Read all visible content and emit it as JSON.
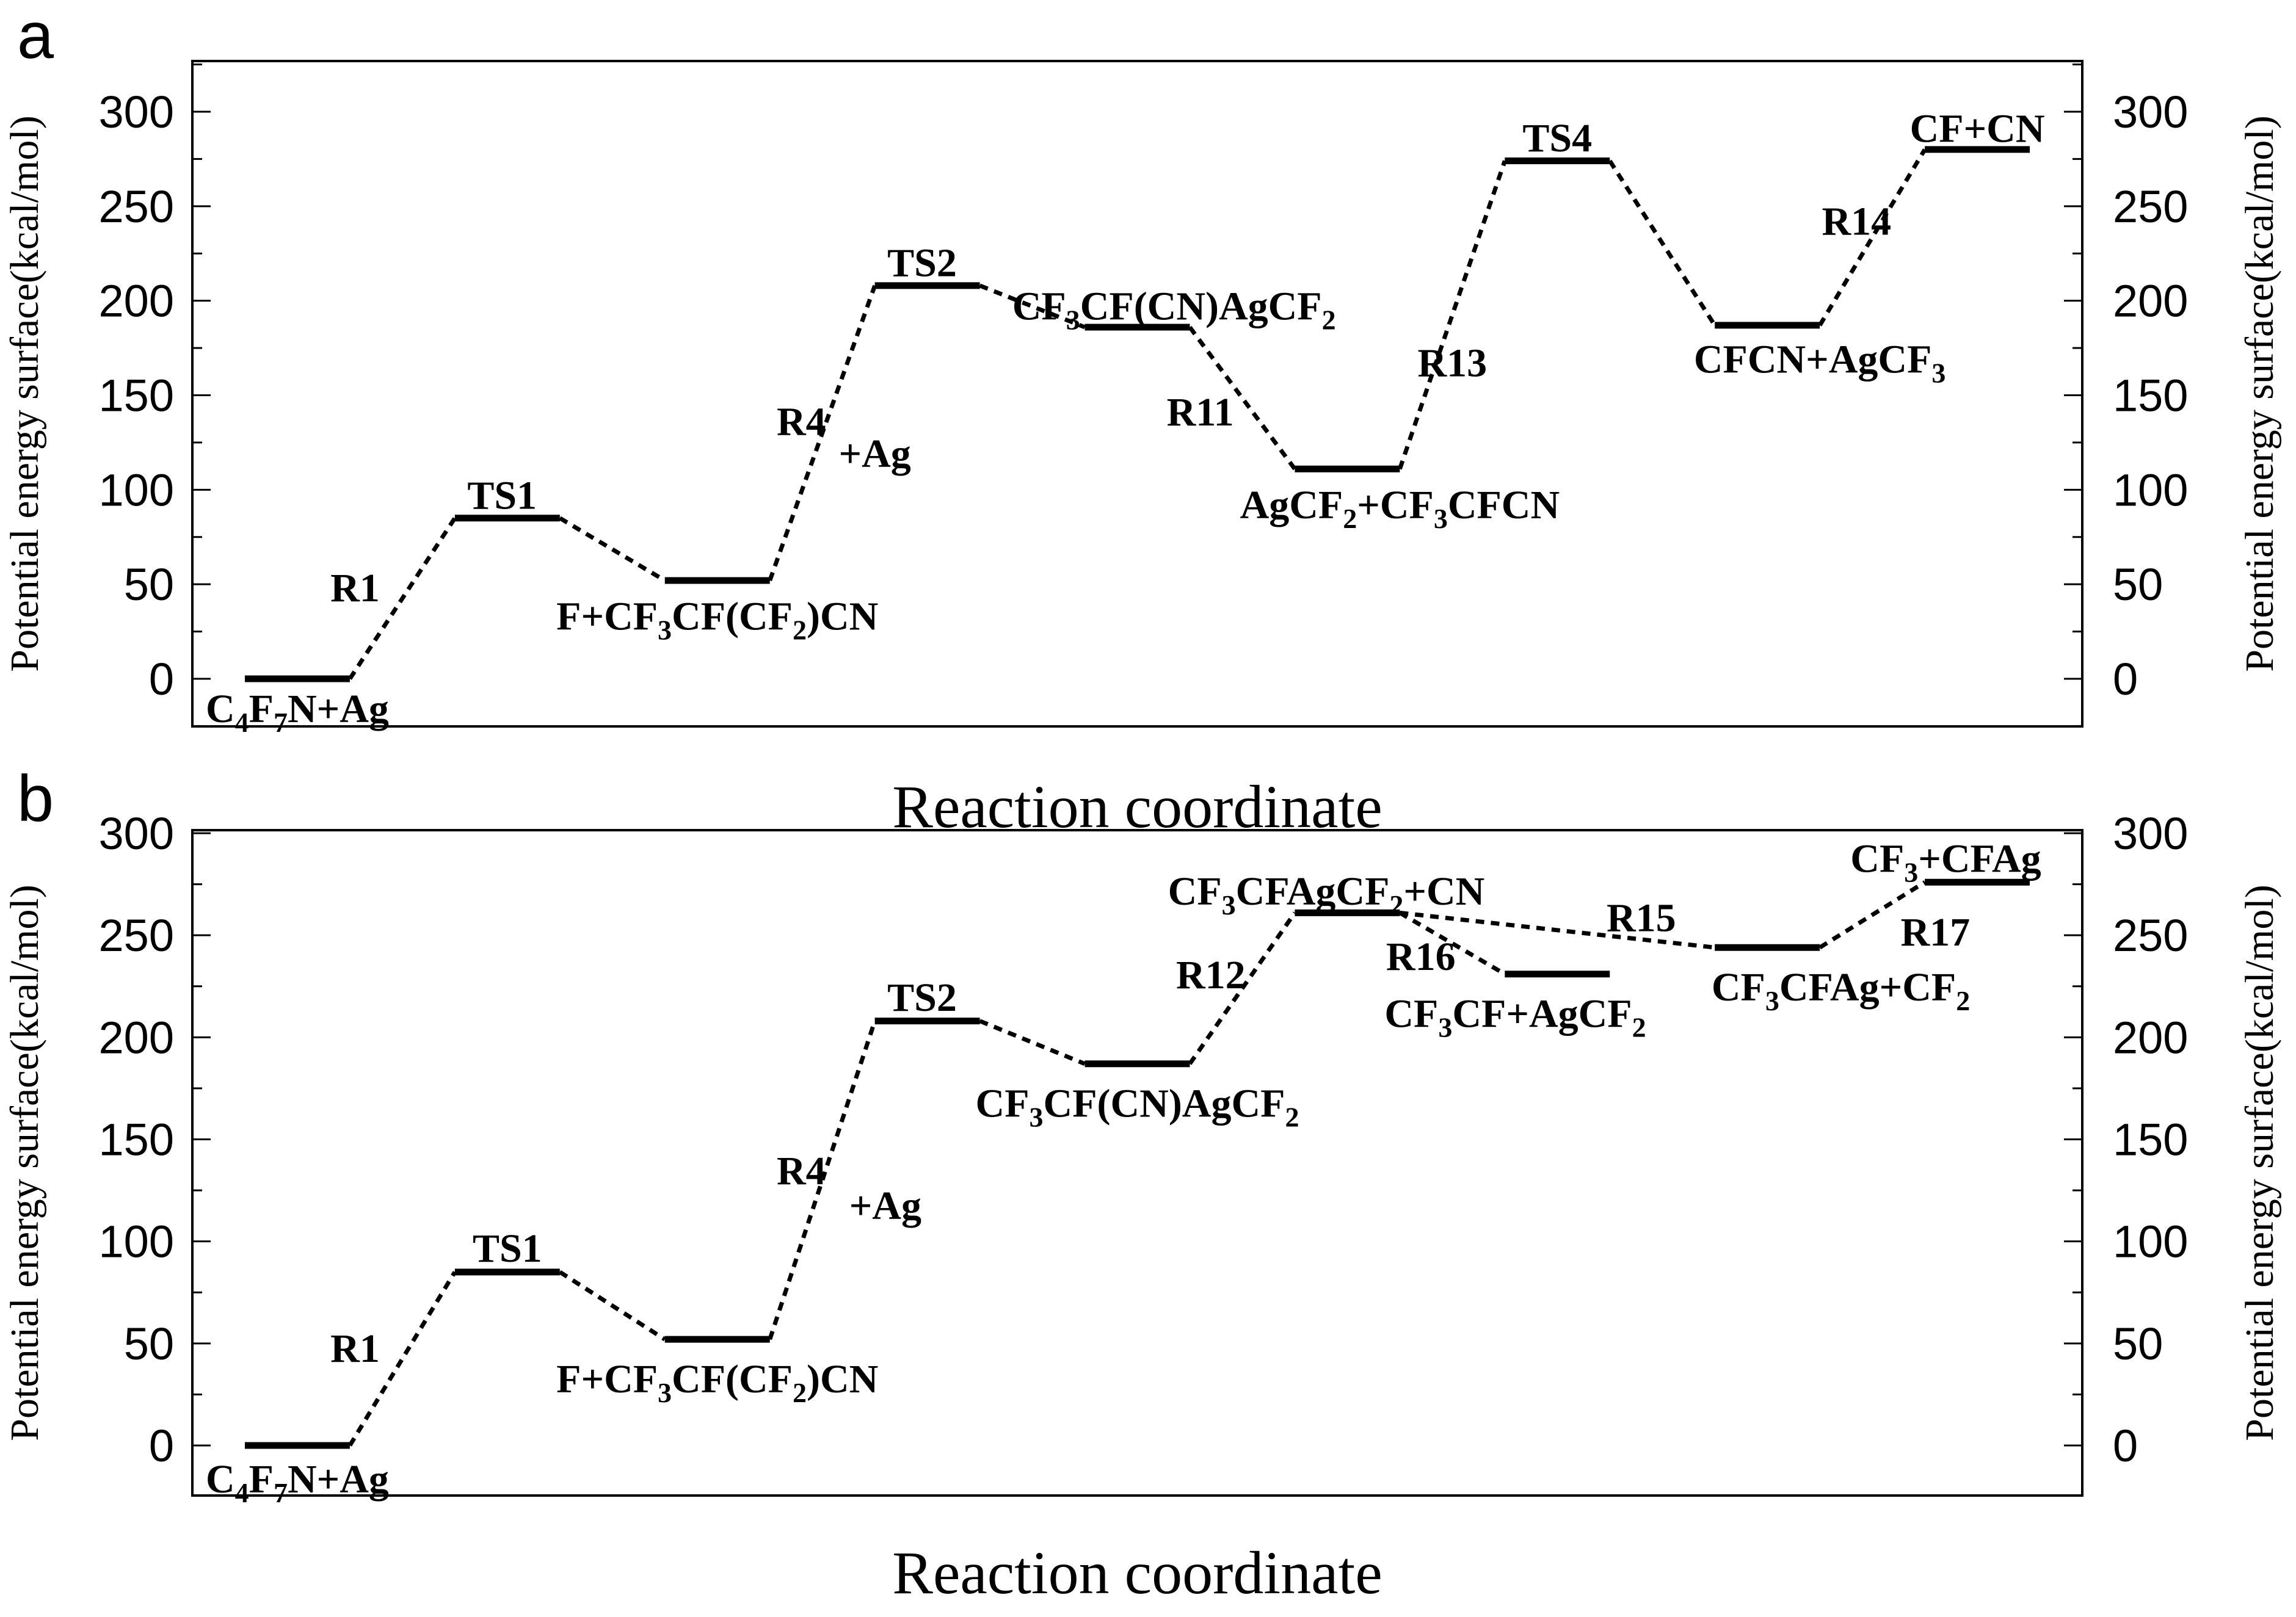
{
  "chart_data": [
    {
      "type": "line",
      "panel": "a",
      "xlabel": "Reaction coordinate",
      "ylabel_left": "Potential energy surface(kcal/mol)",
      "ylabel_right": "Potential energy surface(kcal/mol)",
      "ylim": [
        -25,
        325
      ],
      "yticks": [
        0,
        50,
        100,
        150,
        200,
        250,
        300
      ],
      "grid": false,
      "levels": [
        {
          "id": "C4F7N+Ag",
          "x": [
            0.5,
            1.5
          ],
          "y": 0
        },
        {
          "id": "TS1",
          "x": [
            2.5,
            3.5
          ],
          "y": 85
        },
        {
          "id": "F+CF3CF(CF2)CN",
          "x": [
            4.5,
            5.5
          ],
          "y": 52
        },
        {
          "id": "TS2",
          "x": [
            6.5,
            7.5
          ],
          "y": 208
        },
        {
          "id": "CF3CF(CN)AgCF2",
          "x": [
            8.5,
            9.5
          ],
          "y": 186
        },
        {
          "id": "AgCF2+CF3CFCN",
          "x": [
            10.5,
            11.5
          ],
          "y": 111
        },
        {
          "id": "TS4",
          "x": [
            12.5,
            13.5
          ],
          "y": 274
        },
        {
          "id": "CFCN+AgCF3",
          "x": [
            14.5,
            15.5
          ],
          "y": 187
        },
        {
          "id": "CF+CN",
          "x": [
            16.5,
            17.5
          ],
          "y": 280
        }
      ],
      "connections": [
        [
          "C4F7N+Ag",
          "TS1"
        ],
        [
          "TS1",
          "F+CF3CF(CF2)CN"
        ],
        [
          "F+CF3CF(CF2)CN",
          "TS2"
        ],
        [
          "TS2",
          "CF3CF(CN)AgCF2"
        ],
        [
          "CF3CF(CN)AgCF2",
          "AgCF2+CF3CFCN"
        ],
        [
          "AgCF2+CF3CFCN",
          "TS4"
        ],
        [
          "TS4",
          "CFCN+AgCF3"
        ],
        [
          "CFCN+AgCF3",
          "CF+CN"
        ]
      ],
      "labels": [
        {
          "parts": [
            [
              "C",
              0
            ],
            [
              "4",
              1
            ],
            [
              "F",
              0
            ],
            [
              "7",
              1
            ],
            [
              "N+Ag",
              0
            ]
          ],
          "x": 1.0,
          "y": -23
        },
        {
          "parts": [
            [
              "TS1",
              0
            ]
          ],
          "x": 2.95,
          "y": 90
        },
        {
          "parts": [
            [
              "F+CF",
              0
            ],
            [
              "3",
              1
            ],
            [
              "CF(CF",
              0
            ],
            [
              "2",
              1
            ],
            [
              ")CN",
              0
            ]
          ],
          "x": 5.0,
          "y": 26
        },
        {
          "parts": [
            [
              "TS2",
              0
            ]
          ],
          "x": 6.95,
          "y": 213
        },
        {
          "parts": [
            [
              "CF",
              0
            ],
            [
              "3",
              1
            ],
            [
              "CF(CN)AgCF",
              0
            ],
            [
              "2",
              1
            ]
          ],
          "x": 9.35,
          "y": 190
        },
        {
          "parts": [
            [
              "AgCF",
              0
            ],
            [
              "2",
              1
            ],
            [
              "+CF",
              0
            ],
            [
              "3",
              1
            ],
            [
              "CFCN",
              0
            ]
          ],
          "x": 11.5,
          "y": 85
        },
        {
          "parts": [
            [
              "TS4",
              0
            ]
          ],
          "x": 13.0,
          "y": 279
        },
        {
          "parts": [
            [
              "CFCN+AgCF",
              0
            ],
            [
              "3",
              1
            ]
          ],
          "x": 15.5,
          "y": 162
        },
        {
          "parts": [
            [
              "CF+CN",
              0
            ]
          ],
          "x": 17.0,
          "y": 284
        },
        {
          "parts": [
            [
              "R1",
              0
            ]
          ],
          "x": 1.55,
          "y": 41
        },
        {
          "parts": [
            [
              "R4",
              0
            ]
          ],
          "x": 5.8,
          "y": 129
        },
        {
          "parts": [
            [
              "+Ag",
              0
            ]
          ],
          "x": 6.5,
          "y": 112
        },
        {
          "parts": [
            [
              "R11",
              0
            ]
          ],
          "x": 9.6,
          "y": 134
        },
        {
          "parts": [
            [
              "R13",
              0
            ]
          ],
          "x": 12.0,
          "y": 160
        },
        {
          "parts": [
            [
              "R14",
              0
            ]
          ],
          "x": 15.85,
          "y": 235
        }
      ]
    },
    {
      "type": "line",
      "panel": "b",
      "xlabel": "Reaction coordinate",
      "ylabel_left": "Potential energy surface(kcal/mol)",
      "ylabel_right": "Potential energy surface(kcal/mol)",
      "ylim": [
        -25,
        300
      ],
      "yticks": [
        0,
        50,
        100,
        150,
        200,
        250,
        300
      ],
      "grid": false,
      "levels": [
        {
          "id": "C4F7N+Ag",
          "x": [
            0.5,
            1.5
          ],
          "y": 0
        },
        {
          "id": "TS1",
          "x": [
            2.5,
            3.5
          ],
          "y": 85
        },
        {
          "id": "F+CF3CF(CF2)CN",
          "x": [
            4.5,
            5.5
          ],
          "y": 52
        },
        {
          "id": "TS2",
          "x": [
            6.5,
            7.5
          ],
          "y": 208
        },
        {
          "id": "CF3CF(CN)AgCF2",
          "x": [
            8.5,
            9.5
          ],
          "y": 187
        },
        {
          "id": "CF3CFAgCF2+CN",
          "x": [
            10.5,
            11.5
          ],
          "y": 261
        },
        {
          "id": "CF3CF+AgCF2",
          "x": [
            12.5,
            13.5
          ],
          "y": 231
        },
        {
          "id": "CF3CFAg+CF2",
          "x": [
            14.5,
            15.5
          ],
          "y": 244
        },
        {
          "id": "CF3+CFAg",
          "x": [
            16.5,
            17.5
          ],
          "y": 276
        }
      ],
      "connections": [
        [
          "C4F7N+Ag",
          "TS1"
        ],
        [
          "TS1",
          "F+CF3CF(CF2)CN"
        ],
        [
          "F+CF3CF(CF2)CN",
          "TS2"
        ],
        [
          "TS2",
          "CF3CF(CN)AgCF2"
        ],
        [
          "CF3CF(CN)AgCF2",
          "CF3CFAgCF2+CN"
        ],
        [
          "CF3CFAgCF2+CN",
          "CF3CF+AgCF2"
        ],
        [
          "CF3CFAgCF2+CN",
          "CF3CFAg+CF2"
        ],
        [
          "CF3CFAg+CF2",
          "CF3+CFAg"
        ]
      ],
      "labels": [
        {
          "parts": [
            [
              "C",
              0
            ],
            [
              "4",
              1
            ],
            [
              "F",
              0
            ],
            [
              "7",
              1
            ],
            [
              "N+Ag",
              0
            ]
          ],
          "x": 1.0,
          "y": -23
        },
        {
          "parts": [
            [
              "TS1",
              0
            ]
          ],
          "x": 3.0,
          "y": 90
        },
        {
          "parts": [
            [
              "F+CF",
              0
            ],
            [
              "3",
              1
            ],
            [
              "CF(CF",
              0
            ],
            [
              "2",
              1
            ],
            [
              ")CN",
              0
            ]
          ],
          "x": 5.0,
          "y": 26
        },
        {
          "parts": [
            [
              "TS2",
              0
            ]
          ],
          "x": 6.95,
          "y": 213
        },
        {
          "parts": [
            [
              "CF",
              0
            ],
            [
              "3",
              1
            ],
            [
              "CF(CN)AgCF",
              0
            ],
            [
              "2",
              1
            ]
          ],
          "x": 9.0,
          "y": 161
        },
        {
          "parts": [
            [
              "CF",
              0
            ],
            [
              "3",
              1
            ],
            [
              "CFAgCF",
              0
            ],
            [
              "2",
              1
            ],
            [
              "+CN",
              0
            ]
          ],
          "x": 10.8,
          "y": 265
        },
        {
          "parts": [
            [
              "CF",
              0
            ],
            [
              "3",
              1
            ],
            [
              "CF+AgCF",
              0
            ],
            [
              "2",
              1
            ]
          ],
          "x": 12.6,
          "y": 205
        },
        {
          "parts": [
            [
              "CF",
              0
            ],
            [
              "3",
              1
            ],
            [
              "CFAg+CF",
              0
            ],
            [
              "2",
              1
            ]
          ],
          "x": 15.7,
          "y": 218
        },
        {
          "parts": [
            [
              "CF",
              0
            ],
            [
              "3",
              1
            ],
            [
              "+CFAg",
              0
            ]
          ],
          "x": 16.7,
          "y": 281
        },
        {
          "parts": [
            [
              "R1",
              0
            ]
          ],
          "x": 1.55,
          "y": 41
        },
        {
          "parts": [
            [
              "R4",
              0
            ]
          ],
          "x": 5.8,
          "y": 128
        },
        {
          "parts": [
            [
              "+Ag",
              0
            ]
          ],
          "x": 6.6,
          "y": 111
        },
        {
          "parts": [
            [
              "R12",
              0
            ]
          ],
          "x": 9.7,
          "y": 224
        },
        {
          "parts": [
            [
              "R16",
              0
            ]
          ],
          "x": 11.7,
          "y": 233
        },
        {
          "parts": [
            [
              "R15",
              0
            ]
          ],
          "x": 13.8,
          "y": 252
        },
        {
          "parts": [
            [
              "R17",
              0
            ]
          ],
          "x": 16.6,
          "y": 245
        }
      ]
    }
  ]
}
